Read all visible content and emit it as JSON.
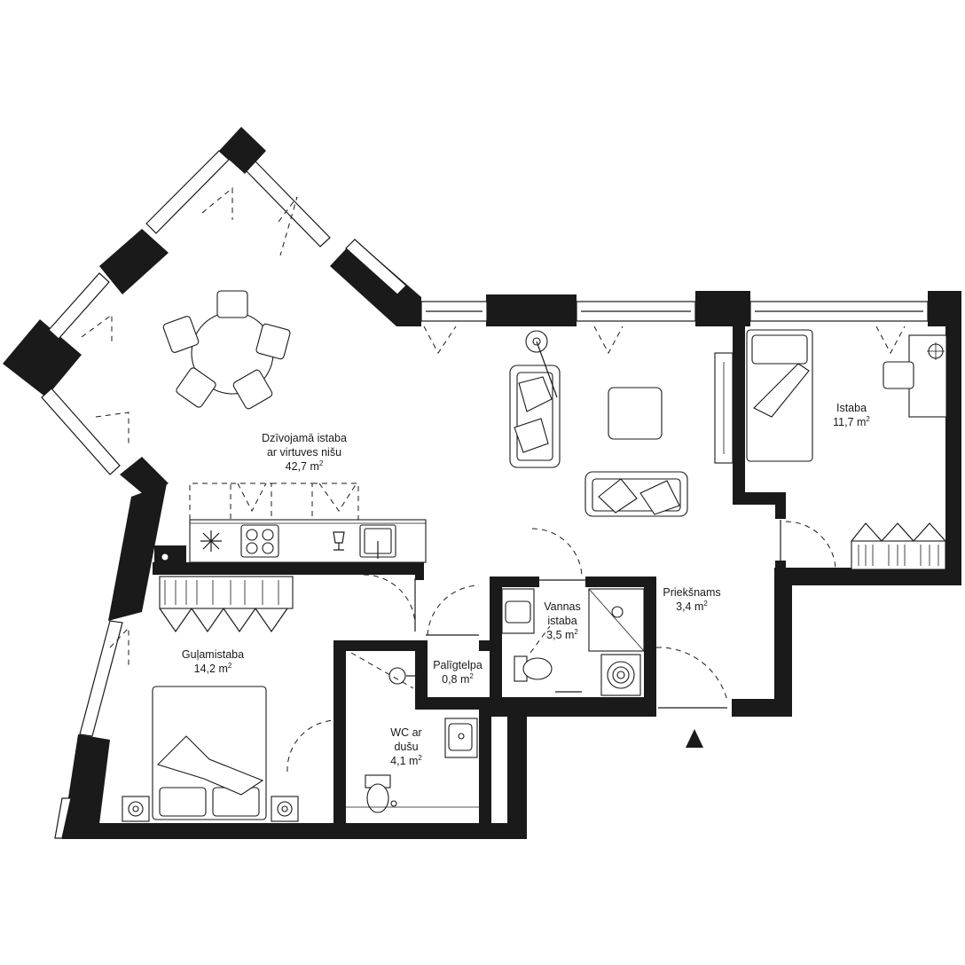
{
  "rooms": {
    "living": {
      "name_line1": "Dzīvojamā istaba",
      "name_line2": "ar virtuves nišu",
      "area": "42,7 m",
      "unit_sup": "2"
    },
    "room": {
      "name_line1": "Istaba",
      "area": "11,7 m",
      "unit_sup": "2"
    },
    "bedroom": {
      "name_line1": "Guļamistaba",
      "area": "14,2 m",
      "unit_sup": "2"
    },
    "bathroom": {
      "name_line1": "Vannas",
      "name_line2": "istaba",
      "area": "3,5 m",
      "unit_sup": "2"
    },
    "hall": {
      "name_line1": "Priekšnams",
      "area": "3,4 m",
      "unit_sup": "2"
    },
    "storage": {
      "name_line1": "Palīgtelpa",
      "area": "0,8 m",
      "unit_sup": "2"
    },
    "wc": {
      "name_line1": "WC ar",
      "name_line2": "dušu",
      "area": "4,1 m",
      "unit_sup": "2"
    }
  },
  "colors": {
    "wall": "#1a1a1a",
    "background": "#ffffff"
  },
  "icons": [
    "entrance-arrow-icon",
    "compass-free"
  ]
}
